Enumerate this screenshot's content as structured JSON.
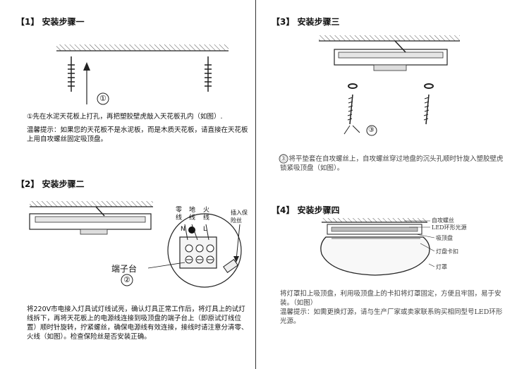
{
  "step1": {
    "title": "【1】 安装步骤一",
    "marker": "①",
    "text_line1": "先在水泥天花板上打孔，再把塑胶壁虎敲入天花板孔内（如图）.",
    "tip": "温馨提示：如果您的天花板不是水泥板，而是木质天花板，请直接在天花板上用自攻螺丝固定吸顶盘。"
  },
  "step2": {
    "title": "【2】 安装步骤二",
    "label_zero": "零线",
    "label_ground": "地线",
    "label_live": "火线",
    "label_plug": "插入保险丝",
    "terminal_N": "N",
    "terminal_L": "L",
    "terminal_label": "端子台",
    "marker": "②",
    "text": "将220V市电接入灯具试灯线试亮，确认灯具正常工作后，将灯具上的试灯线拆下，再将天花板上的电源线连接到吸顶盘的端子台上（即原试灯线位置）顺时针旋转，拧紧螺丝，确保电源线有效连接，接线时请注意分清零、火线（如图）。检查保险丝是否安装正确。"
  },
  "step3": {
    "title": "【3】 安装步骤三",
    "marker": "③",
    "text": "将平垫套在自攻螺丝上，自攻螺丝穿过地盘的沉头孔顺时针旋入塑胶壁虎锁紧吸顶盘（如图）。"
  },
  "step4": {
    "title": "【4】 安装步骤四",
    "label_screw": "自攻螺丝",
    "label_led": "LED环形光源",
    "label_base": "吸顶盘",
    "label_clip": "灯盘卡扣",
    "label_shade": "灯罩",
    "text": "将灯罩扣上吸顶盘，利用吸顶盘上的卡扣将灯罩固定，方便且牢固，易于安装。（如图）",
    "tip": "温馨提示：如需更换灯源，请与生产厂家或卖家联系购买相同型号LED环形光源。"
  }
}
